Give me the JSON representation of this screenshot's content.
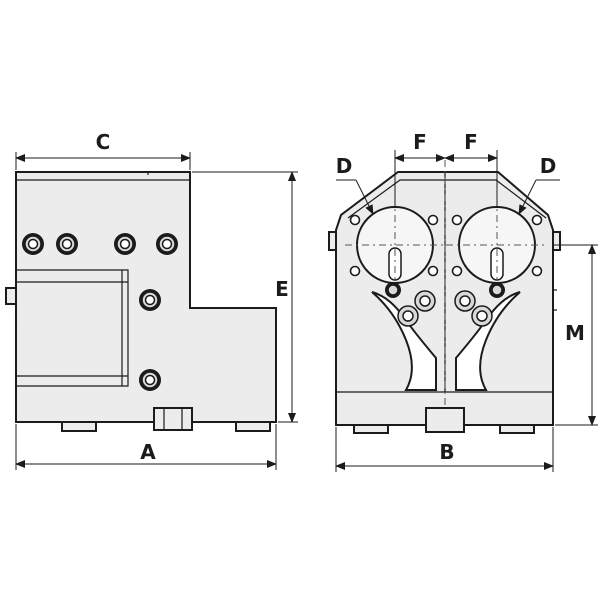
{
  "labels": {
    "side_top_width": "C",
    "side_height": "E",
    "side_bottom_width": "A",
    "front_diameter_left": "D",
    "front_diameter_right": "D",
    "front_offset_left": "F",
    "front_offset_right": "F",
    "front_width": "B",
    "front_mount_height": "M"
  }
}
